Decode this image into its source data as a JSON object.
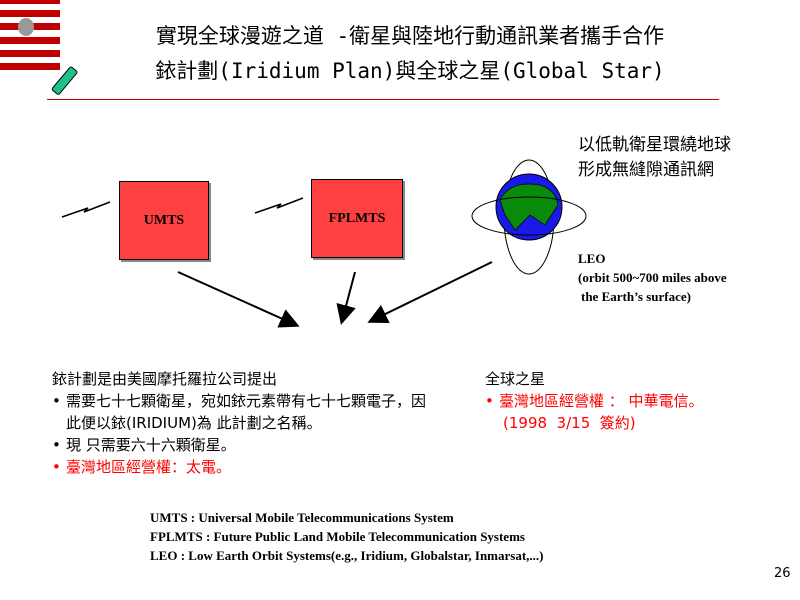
{
  "title": {
    "line1": "實現全球漫遊之道 -衛星與陸地行動通訊業者攜手合作",
    "line2": "銥計劃(Iridium Plan)與全球之星(Global Star)"
  },
  "diagram": {
    "box1": "UMTS",
    "box2": "FPLMTS",
    "globe_caption": [
      "以低軌衛星環繞地球",
      "形成無縫隙通訊網"
    ],
    "leo": [
      "LEO",
      "(orbit 500~700 miles above",
      "the Earth’s surface)"
    ]
  },
  "iridium": {
    "heading": "銥計劃是由美國摩托羅拉公司提出",
    "bullets": [
      "需要七十七顆衛星，宛如銥元素帶有七十七顆電子，因此便以銥(IRIDIUM)為 此計劃之名稱。",
      "現 只需要六十六顆衛星。",
      "臺灣地區經營權：太電。"
    ]
  },
  "globalstar": {
    "heading": "全球之星",
    "bullet": "臺灣地區經營權 ： 中華電信。",
    "sub": "(1998  3/15  簽約)"
  },
  "glossary": [
    "UMTS : Universal Mobile Telecommunications System",
    "FPLMTS : Future Public Land Mobile Telecommunication Systems",
    "LEO : Low Earth Orbit Systems(e.g., Iridium, Globalstar, Inmarsat,...)"
  ],
  "page_number": "26",
  "colors": {
    "accent": "#c00000",
    "box": "#ff4040",
    "highlight": "#ff0000"
  }
}
